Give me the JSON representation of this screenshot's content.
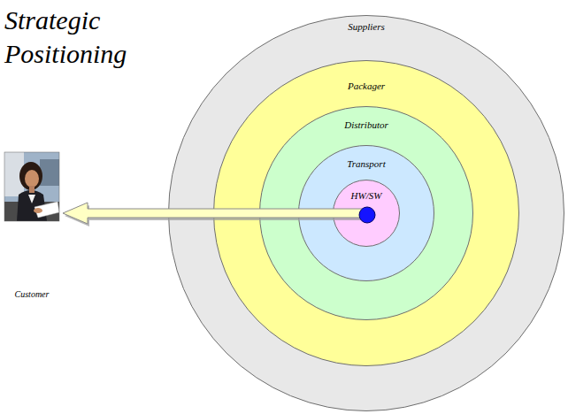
{
  "diagram": {
    "title": "Strategic Positioning",
    "nodes": [
      {
        "text": [
          "Suppliers"
        ]
      },
      {
        "text": [
          "Packager"
        ],
        "in": 0
      },
      {
        "text": [
          "Distributor"
        ],
        "in": 1
      },
      {
        "text": [
          "Transport"
        ],
        "in": 2
      },
      {
        "text": [
          "HW/SW"
        ],
        "in": 3
      },
      {
        "text": [
          "Customer"
        ]
      }
    ],
    "edges": [
      {
        "from": 4,
        "to": 5,
        "arrow": "to"
      }
    ]
  }
}
